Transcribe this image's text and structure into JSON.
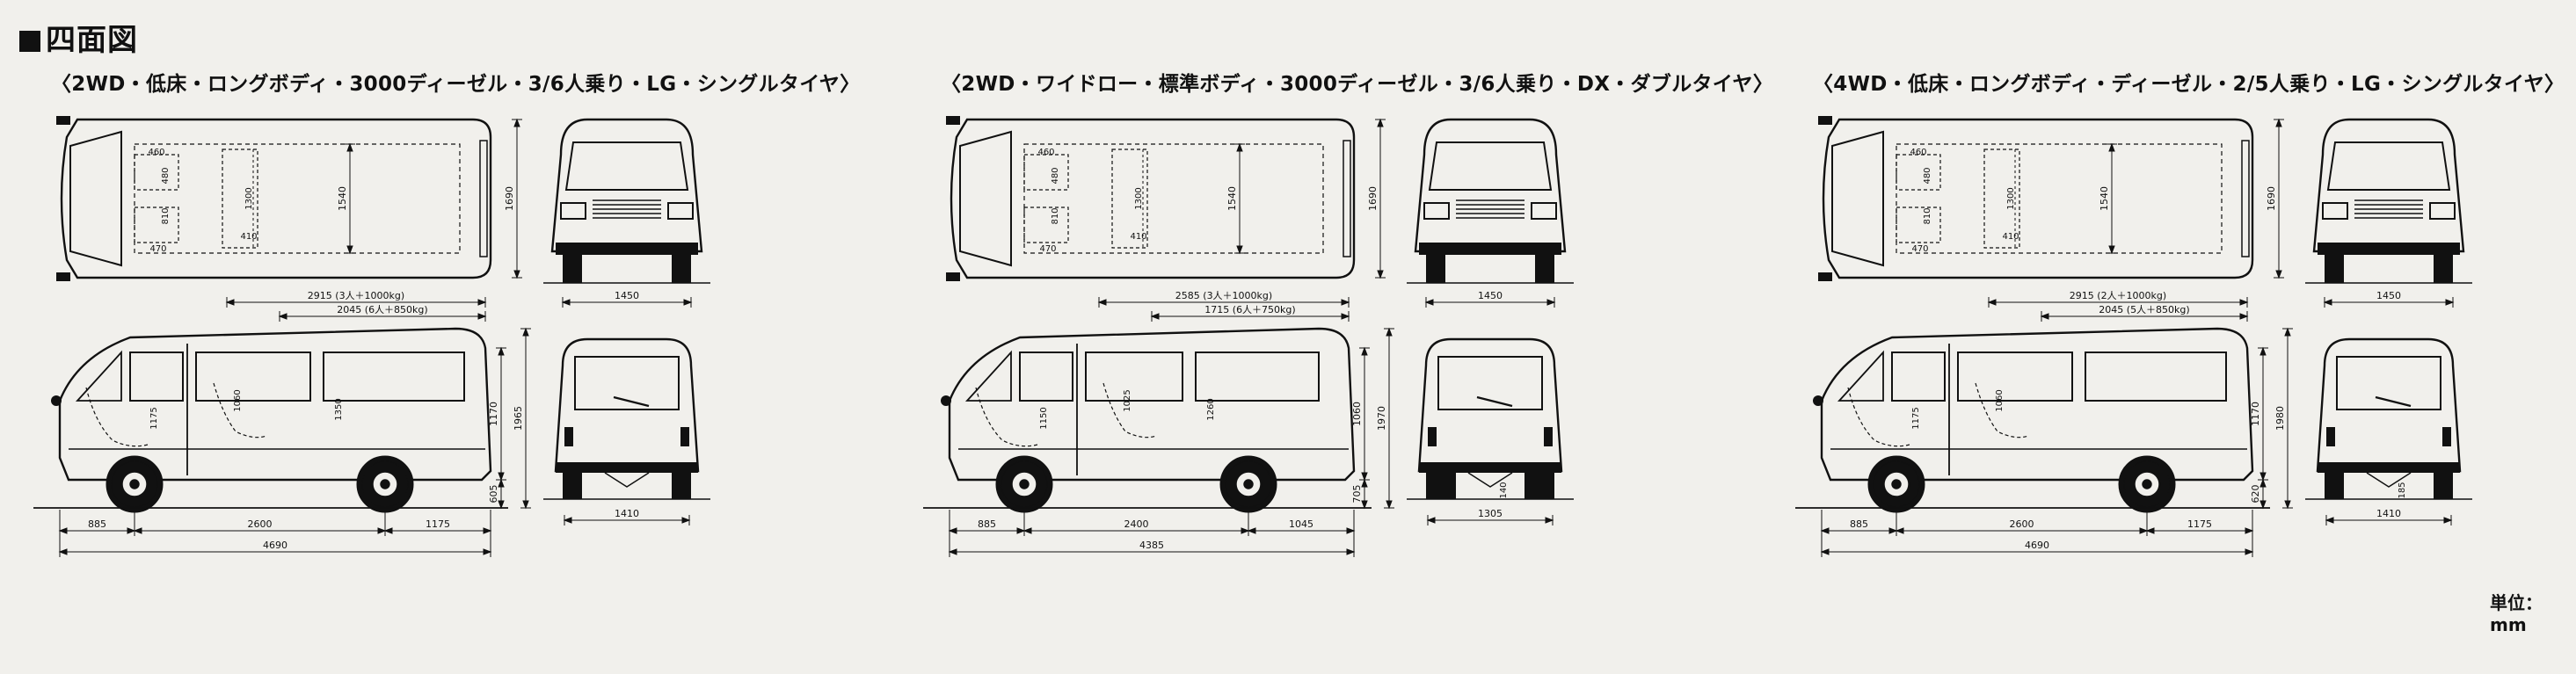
{
  "heading": "四面図",
  "unit_label": "単位：mm",
  "panels": [
    {
      "title": "〈2WD・低床・ロングボディ・3000ディーゼル・3/6人乗り・LG・シングルタイヤ〉",
      "top": {
        "w": "1690",
        "cargo_len": "1540",
        "cargo_w": "1300",
        "seat_w": "460",
        "seat_d": "480",
        "seat_len": "810",
        "aisle": "470",
        "step": "410"
      },
      "front": {
        "tread": "1450"
      },
      "side": {
        "load_len_1": "2915 (3人＋1000kg)",
        "load_len_2": "2045 (6人＋850kg)",
        "seat_h": "1060",
        "seat_h2": "1175",
        "cargo_h": "1350",
        "inner_h": "1170",
        "total_h": "1965",
        "floor_h": "605",
        "front_oh": "885",
        "wheelbase": "2600",
        "rear_oh": "1175",
        "total_len": "4690"
      },
      "rear": {
        "tread": "1410",
        "ground": ""
      }
    },
    {
      "title": "〈2WD・ワイドロー・標準ボディ・3000ディーゼル・3/6人乗り・DX・ダブルタイヤ〉",
      "top": {
        "w": "1690",
        "cargo_len": "1540",
        "cargo_w": "1300",
        "seat_w": "460",
        "seat_d": "480",
        "seat_len": "810",
        "aisle": "470",
        "step": "410"
      },
      "front": {
        "tread": "1450"
      },
      "side": {
        "load_len_1": "2585 (3人＋1000kg)",
        "load_len_2": "1715 (6人＋750kg)",
        "seat_h": "1025",
        "seat_h2": "1150",
        "cargo_h": "1260",
        "inner_h": "1060",
        "total_h": "1970",
        "floor_h": "705",
        "front_oh": "885",
        "wheelbase": "2400",
        "rear_oh": "1045",
        "total_len": "4385"
      },
      "rear": {
        "tread": "1305",
        "ground": "140"
      }
    },
    {
      "title": "〈4WD・低床・ロングボディ・ディーゼル・2/5人乗り・LG・シングルタイヤ〉",
      "top": {
        "w": "1690",
        "cargo_len": "1540",
        "cargo_w": "1300",
        "seat_w": "460",
        "seat_d": "480",
        "seat_len": "810",
        "aisle": "470",
        "step": "410"
      },
      "front": {
        "tread": "1450"
      },
      "side": {
        "load_len_1": "2915 (2人＋1000kg)",
        "load_len_2": "2045 (5人＋850kg)",
        "seat_h": "1060",
        "seat_h2": "1175",
        "cargo_h": "",
        "inner_h": "1170",
        "total_h": "1980",
        "floor_h": "620",
        "front_oh": "885",
        "wheelbase": "2600",
        "rear_oh": "1175",
        "total_len": "4690"
      },
      "rear": {
        "tread": "1410",
        "ground": "185"
      }
    }
  ]
}
